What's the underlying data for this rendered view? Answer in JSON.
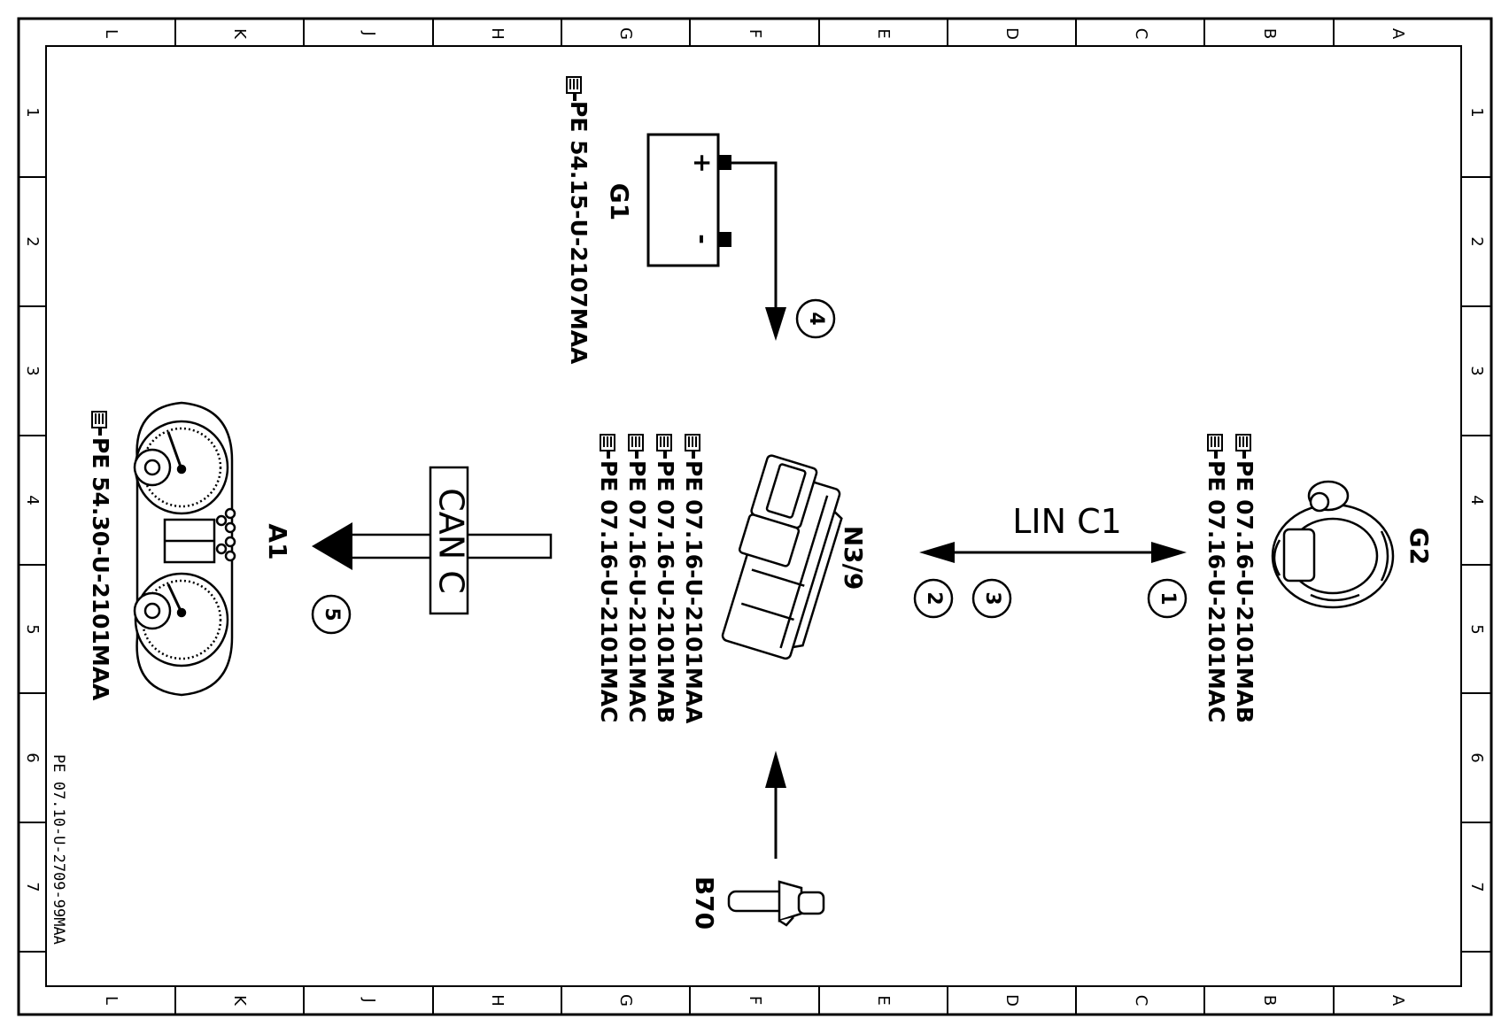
{
  "frame": {
    "columns": [
      "L",
      "K",
      "J",
      "H",
      "G",
      "F",
      "E",
      "D",
      "C",
      "B",
      "A"
    ],
    "rows": [
      "1",
      "2",
      "3",
      "4",
      "5",
      "6",
      "7"
    ]
  },
  "components": {
    "g1": {
      "label": "G1",
      "plus": "+",
      "minus": "-",
      "ref": "PE 54.15-U-2107MAA"
    },
    "n3_9": {
      "label": "N3/9",
      "refs": [
        "PE 07.16-U-2101MAA",
        "PE 07.16-U-2101MAB",
        "PE 07.16-U-2101MAC",
        "PE 07.16-U-2101MAC"
      ]
    },
    "g2": {
      "label": "G2",
      "refs": [
        "PE 07.16-U-2101MAB",
        "PE 07.16-U-2101MAC"
      ]
    },
    "a1": {
      "label": "A1",
      "ref": "PE 54.30-U-2101MAA"
    },
    "b70": {
      "label": "B70"
    }
  },
  "buses": {
    "lin": "LIN C1",
    "can": "CAN C"
  },
  "callouts": [
    "1",
    "2",
    "3",
    "4",
    "5"
  ],
  "document_id": "PE 07.10-U-2709-99MAA",
  "icons": [
    "pointing-hand-icon",
    "battery-icon",
    "control-unit-icon",
    "alternator-icon",
    "instrument-cluster-icon",
    "sensor-icon"
  ]
}
